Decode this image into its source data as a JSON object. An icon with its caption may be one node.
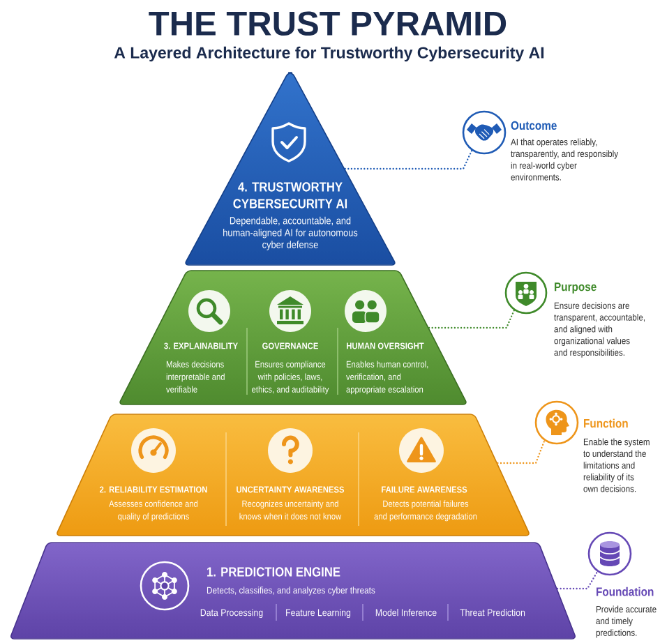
{
  "diagram": {
    "title": "THE TRUST PYRAMID",
    "nodes": [
      {
        "text": [
          "4. TRUSTWORTHY CYBERSECURITY AI",
          "Dependable, accountable, and human-aligned AI for autonomous cyber defense"
        ]
      },
      {
        "text": [],
        "shape": "circle",
        "beside": [
          "Outcome",
          "AI that operates reliably, transparently, and responsibly in real-world cyber environments."
        ]
      },
      {
        "text": [
          "3. EXPLAINABILITY",
          "Makes decisions interpretable and verifiable",
          "GOVERNANCE",
          "Ensures compliance with policies, laws, ethics, and auditability",
          "HUMAN OVERSIGHT",
          "Enables human control, verification, and appropriate escalation"
        ]
      },
      {
        "text": [],
        "shape": "circle",
        "beside": [
          "Purpose",
          "Ensure decisions are transparent, accountable, and aligned with organizational values and responsibilities."
        ]
      },
      {
        "text": [
          "2. RELIABILITY ESTIMATION",
          "Assesses confidence and quality of predictions",
          "UNCERTAINTY AWARENESS",
          "Recognizes uncertainty and knows when it does not know",
          "FAILURE AWARENESS",
          "Detects potential failures and performance degradation"
        ]
      },
      {
        "text": [],
        "shape": "circle",
        "beside": [
          "Function",
          "Enable the system to understand the limitations and reliability of its own decisions."
        ]
      },
      {
        "text": [
          "1. PREDICTION ENGINE",
          "Detects, classifies, and analyzes cyber threats",
          "Data Processing",
          "Feature Learning",
          "Model Inference",
          "Threat Prediction"
        ]
      },
      {
        "text": [],
        "shape": "circle",
        "beside": [
          "Foundation",
          "Provide accurate and timely predictions."
        ]
      }
    ],
    "edges": [
      {
        "from": 0,
        "to": 1,
        "arrow": "none",
        "style": "dashed",
        "color": "#1f5bb5"
      },
      {
        "from": 2,
        "to": 3,
        "arrow": "none",
        "style": "dashed",
        "color": "#3f8a2a"
      },
      {
        "from": 4,
        "to": 5,
        "arrow": "none",
        "style": "dashed",
        "color": "#ee951a"
      },
      {
        "from": 6,
        "to": 7,
        "arrow": "none",
        "style": "dashed",
        "color": "#6548b5"
      }
    ],
    "labels": [
      "A Layered Architecture for Trustworthy Cybersecurity AI"
    ]
  }
}
